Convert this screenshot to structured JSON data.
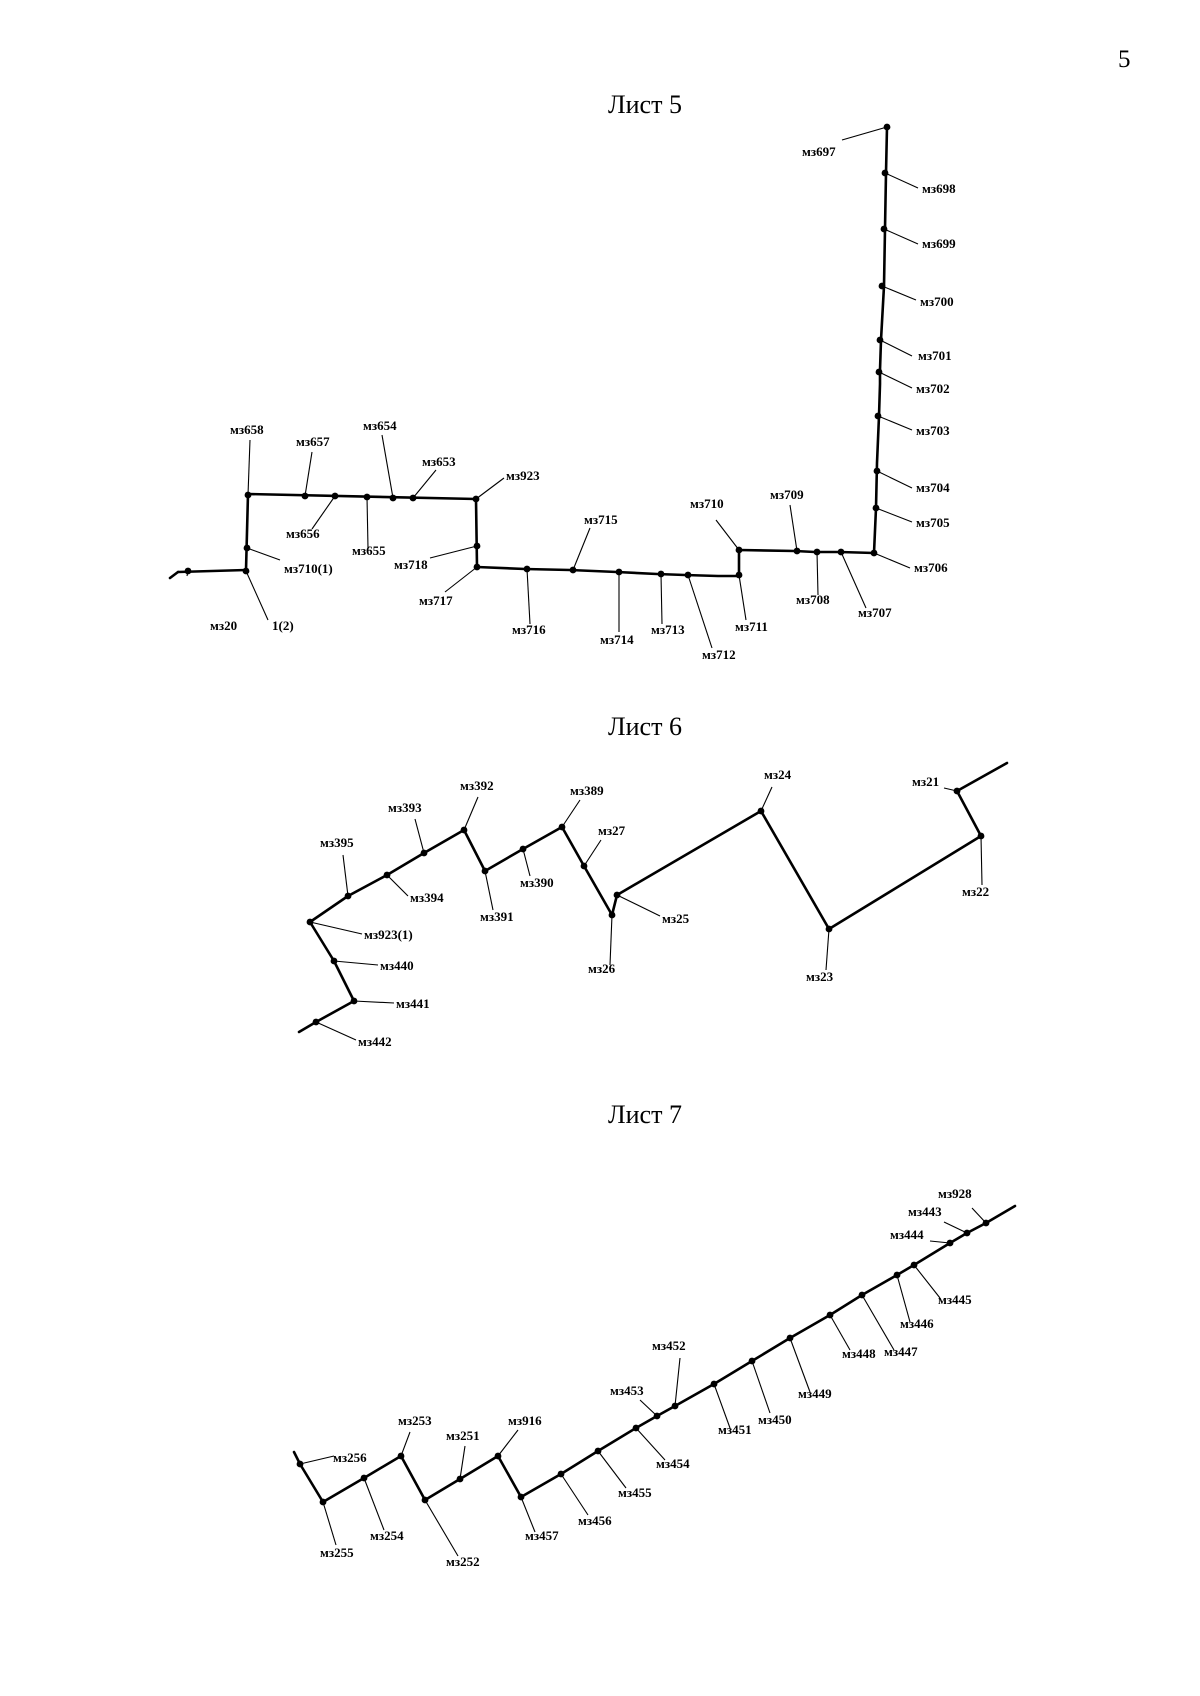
{
  "page_number": "5",
  "sheets": [
    {
      "title": "Лист 5",
      "points": [
        {
          "id": "mz20",
          "label": "мз20"
        },
        {
          "id": "p1_2",
          "label": "1(2)"
        },
        {
          "id": "mz710_1",
          "label": "мз710(1)"
        },
        {
          "id": "mz658",
          "label": "мз658"
        },
        {
          "id": "mz657",
          "label": "мз657"
        },
        {
          "id": "mz656",
          "label": "мз656"
        },
        {
          "id": "mz655",
          "label": "мз655"
        },
        {
          "id": "mz654",
          "label": "мз654"
        },
        {
          "id": "mz653",
          "label": "мз653"
        },
        {
          "id": "mz923",
          "label": "мз923"
        },
        {
          "id": "mz718",
          "label": "мз718"
        },
        {
          "id": "mz717",
          "label": "мз717"
        },
        {
          "id": "mz716",
          "label": "мз716"
        },
        {
          "id": "mz715",
          "label": "мз715"
        },
        {
          "id": "mz714",
          "label": "мз714"
        },
        {
          "id": "mz713",
          "label": "мз713"
        },
        {
          "id": "mz712",
          "label": "мз712"
        },
        {
          "id": "mz711",
          "label": "мз711"
        },
        {
          "id": "mz710",
          "label": "мз710"
        },
        {
          "id": "mz709",
          "label": "мз709"
        },
        {
          "id": "mz708",
          "label": "мз708"
        },
        {
          "id": "mz707",
          "label": "мз707"
        },
        {
          "id": "mz706",
          "label": "мз706"
        },
        {
          "id": "mz705",
          "label": "мз705"
        },
        {
          "id": "mz704",
          "label": "мз704"
        },
        {
          "id": "mz703",
          "label": "мз703"
        },
        {
          "id": "mz702",
          "label": "мз702"
        },
        {
          "id": "mz701",
          "label": "мз701"
        },
        {
          "id": "mz700",
          "label": "мз700"
        },
        {
          "id": "mz699",
          "label": "мз699"
        },
        {
          "id": "mz698",
          "label": "мз698"
        },
        {
          "id": "mz697",
          "label": "мз697"
        }
      ]
    },
    {
      "title": "Лист 6",
      "points": [
        {
          "id": "mz442",
          "label": "мз442"
        },
        {
          "id": "mz441",
          "label": "мз441"
        },
        {
          "id": "mz440",
          "label": "мз440"
        },
        {
          "id": "mz923_1",
          "label": "мз923(1)"
        },
        {
          "id": "mz395",
          "label": "мз395"
        },
        {
          "id": "mz394",
          "label": "мз394"
        },
        {
          "id": "mz393",
          "label": "мз393"
        },
        {
          "id": "mz392",
          "label": "мз392"
        },
        {
          "id": "mz391",
          "label": "мз391"
        },
        {
          "id": "mz390",
          "label": "мз390"
        },
        {
          "id": "mz389",
          "label": "мз389"
        },
        {
          "id": "mz27",
          "label": "мз27"
        },
        {
          "id": "mz26",
          "label": "мз26"
        },
        {
          "id": "mz25",
          "label": "мз25"
        },
        {
          "id": "mz24",
          "label": "мз24"
        },
        {
          "id": "mz23",
          "label": "мз23"
        },
        {
          "id": "mz22",
          "label": "мз22"
        },
        {
          "id": "mz21",
          "label": "мз21"
        }
      ]
    },
    {
      "title": "Лист 7",
      "points": [
        {
          "id": "mz256",
          "label": "мз256"
        },
        {
          "id": "mz255",
          "label": "мз255"
        },
        {
          "id": "mz254",
          "label": "мз254"
        },
        {
          "id": "mz253",
          "label": "мз253"
        },
        {
          "id": "mz252",
          "label": "мз252"
        },
        {
          "id": "mz251",
          "label": "мз251"
        },
        {
          "id": "mz916",
          "label": "мз916"
        },
        {
          "id": "mz457",
          "label": "мз457"
        },
        {
          "id": "mz456",
          "label": "мз456"
        },
        {
          "id": "mz455",
          "label": "мз455"
        },
        {
          "id": "mz454",
          "label": "мз454"
        },
        {
          "id": "mz453",
          "label": "мз453"
        },
        {
          "id": "mz452",
          "label": "мз452"
        },
        {
          "id": "mz451",
          "label": "мз451"
        },
        {
          "id": "mz450",
          "label": "мз450"
        },
        {
          "id": "mz449",
          "label": "мз449"
        },
        {
          "id": "mz448",
          "label": "мз448"
        },
        {
          "id": "mz447",
          "label": "мз447"
        },
        {
          "id": "mz446",
          "label": "мз446"
        },
        {
          "id": "mz445",
          "label": "мз445"
        },
        {
          "id": "mz444",
          "label": "мз444"
        },
        {
          "id": "mz443",
          "label": "мз443"
        },
        {
          "id": "mz928",
          "label": "мз928"
        }
      ]
    }
  ]
}
